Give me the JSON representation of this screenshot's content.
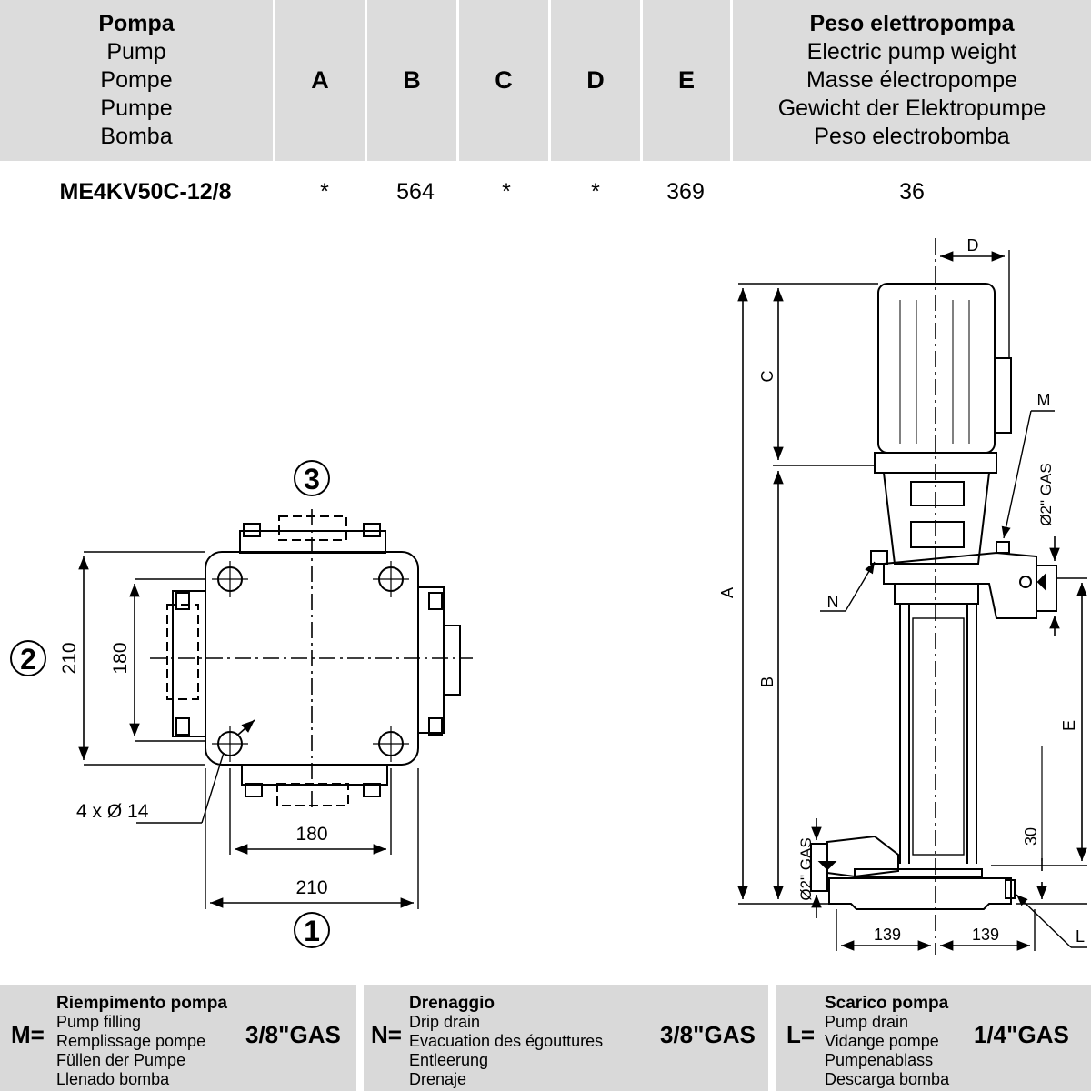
{
  "table": {
    "pump_header": [
      "Pompa",
      "Pump",
      "Pompe",
      "Pumpe",
      "Bomba"
    ],
    "col_a": "A",
    "col_b": "B",
    "col_c": "C",
    "col_d": "D",
    "col_e": "E",
    "weight_header": [
      "Peso elettropompa",
      "Electric pump weight",
      "Masse électropompe",
      "Gewicht der Elektropumpe",
      "Peso electrobomba"
    ],
    "row": {
      "model": "ME4KV50C-12/8",
      "a": "*",
      "b": "564",
      "c": "*",
      "d": "*",
      "e": "369",
      "weight": "36"
    }
  },
  "plan_view": {
    "label_1": "1",
    "label_2": "2",
    "label_3": "3",
    "dim_210_h": "210",
    "dim_180_h": "180",
    "dim_210_v": "210",
    "dim_180_v": "180",
    "holes": "4 x Ø 14"
  },
  "elevation_view": {
    "dim_a": "A",
    "dim_b": "B",
    "dim_c": "C",
    "dim_d": "D",
    "dim_e": "E",
    "dim_30": "30",
    "dim_139_left": "139",
    "dim_139_right": "139",
    "port_top": "Ø2\" GAS",
    "port_bottom": "Ø2\" GAS",
    "label_m": "M",
    "label_n": "N",
    "label_l": "L"
  },
  "legend": {
    "m": {
      "key": "M=",
      "names": [
        "Riempimento pompa",
        "Pump filling",
        "Remplissage pompe",
        "Füllen der Pumpe",
        "Llenado bomba"
      ],
      "value": "3/8\"GAS"
    },
    "n": {
      "key": "N=",
      "names": [
        "Drenaggio",
        "Drip drain",
        "Evacuation des égouttures",
        "Entleerung",
        "Drenaje"
      ],
      "value": "3/8\"GAS"
    },
    "l": {
      "key": "L=",
      "names": [
        "Scarico pompa",
        "Pump drain",
        "Vidange pompe",
        "Pumpenablass",
        "Descarga bomba"
      ],
      "value": "1/4\"GAS"
    }
  }
}
